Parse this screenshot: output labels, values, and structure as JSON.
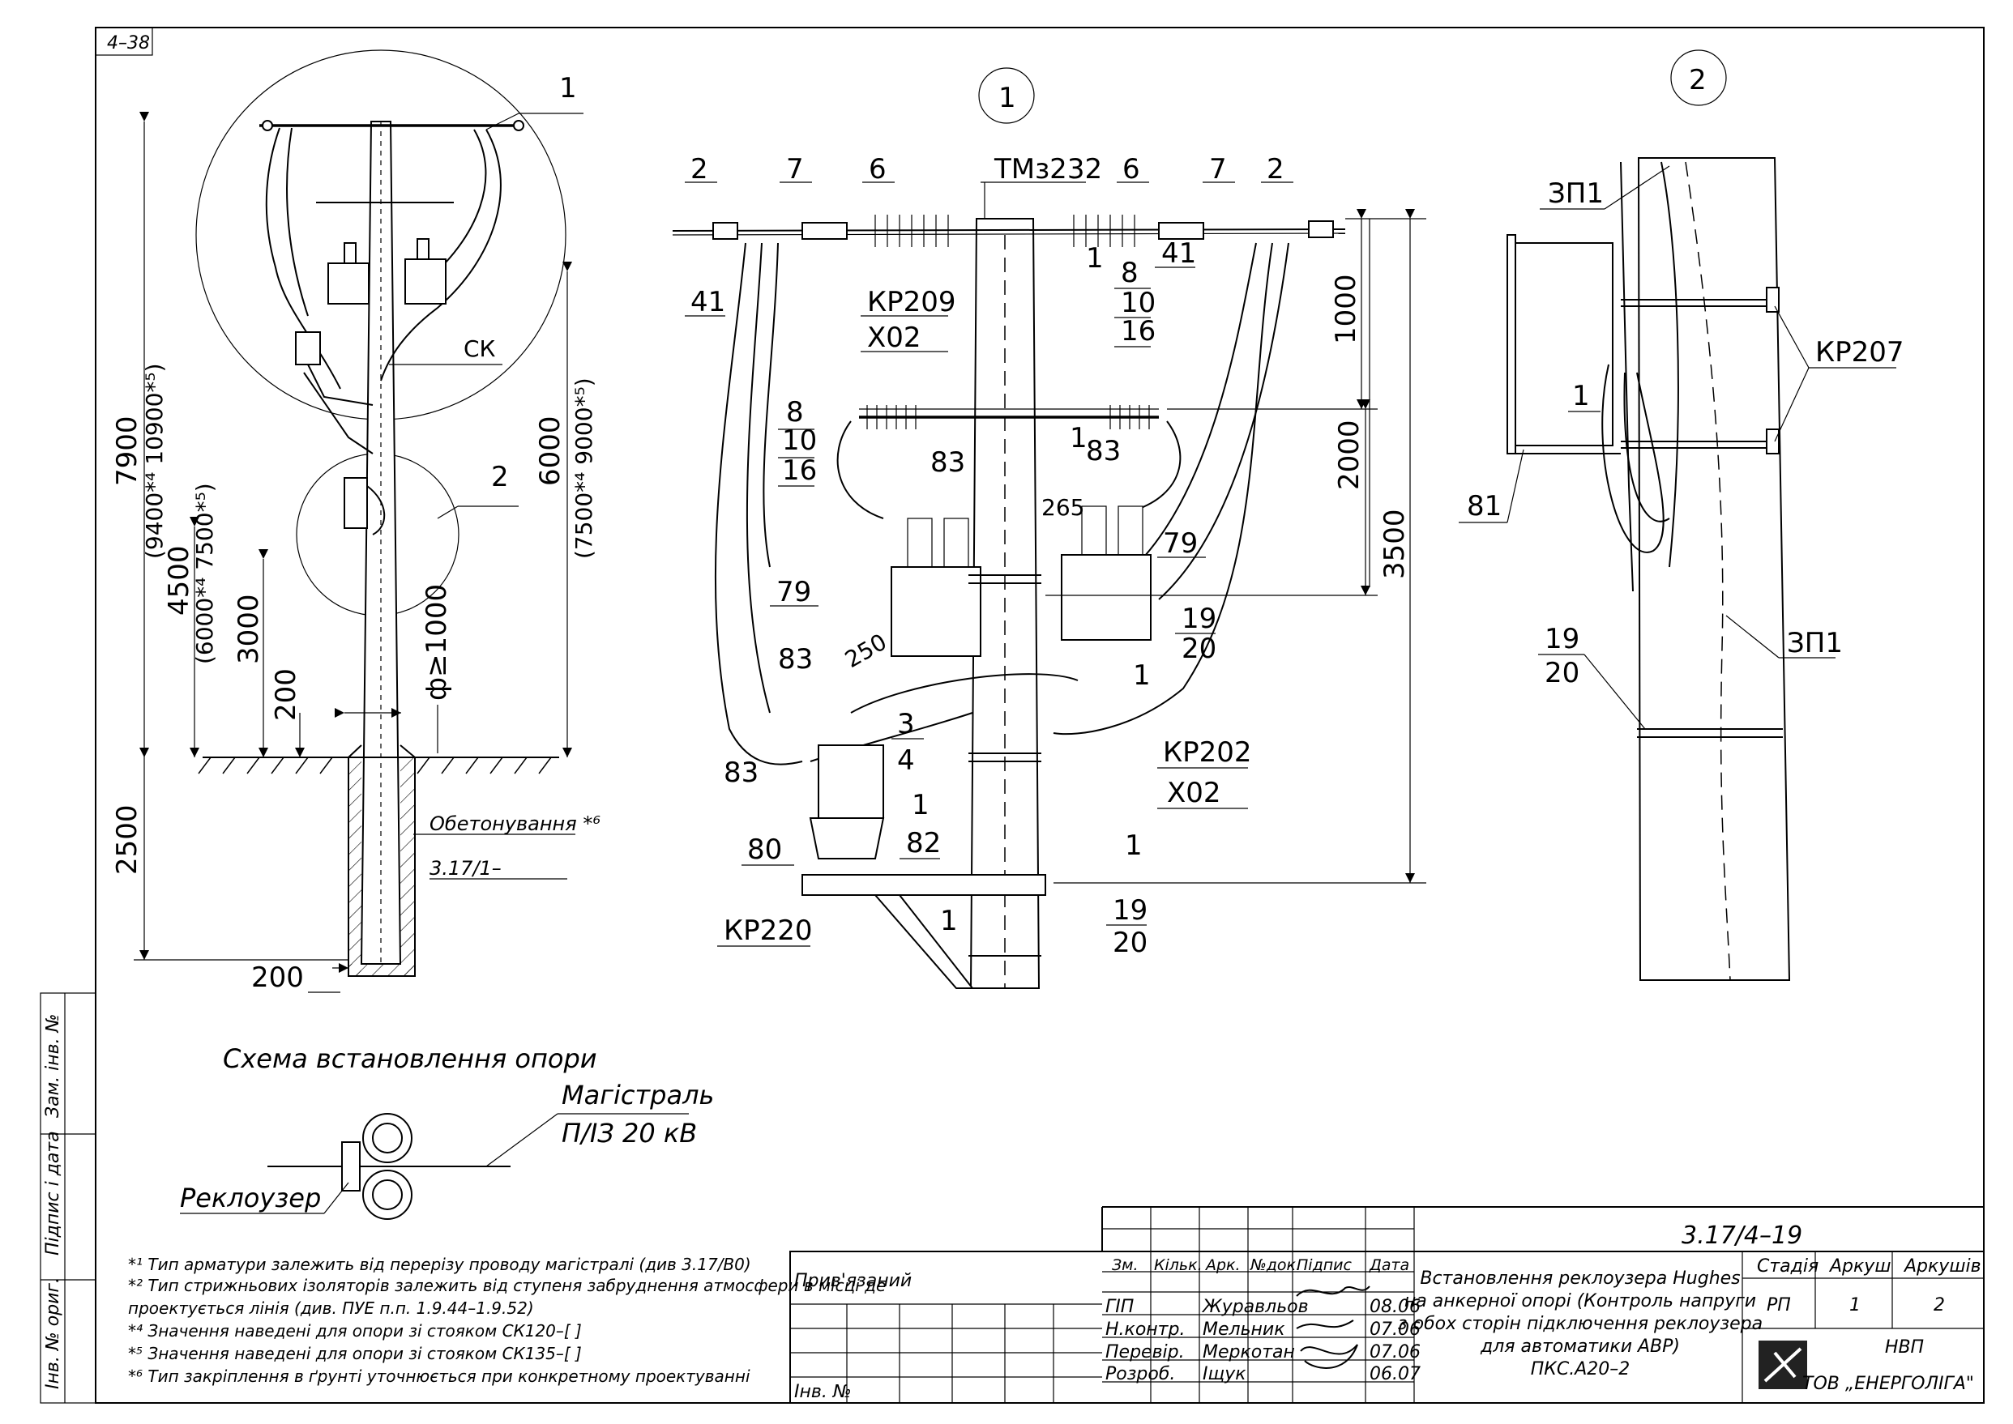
{
  "sheet_code": "4–38",
  "view_numbers": {
    "view1": "1",
    "view2": "2"
  },
  "left_view": {
    "callout_1": "1",
    "callout_2": "2",
    "ck": "СК",
    "dim_7900": "7900",
    "dim_9400": "(9400*⁴ 10900*⁵)",
    "dim_4500": "4500",
    "dim_6000b": "(6000*⁴ 7500*⁵)",
    "dim_3000": "3000",
    "dim_200v": "200",
    "dim_phi": "ф≥1000",
    "dim_6000": "6000",
    "dim_7500": "(7500*⁴ 9000*⁵)",
    "dim_2500": "2500",
    "dim_200h": "200",
    "concreting": "Обетонування *⁶",
    "concreting_ref": "3.17/1–"
  },
  "center_view": {
    "tm": "ТМз232",
    "l2a": "2",
    "l7a": "7",
    "l6a": "6",
    "l6b": "6",
    "l7b": "7",
    "l2b": "2",
    "l41a": "41",
    "l41b": "41",
    "kp209": "КР209",
    "x02a": "Х02",
    "l8a": "8",
    "l10a": "10",
    "l16a": "16",
    "l8b": "8",
    "l10b": "10",
    "l16b": "16",
    "l1a": "1",
    "l1b": "1",
    "l1c": "1",
    "l1d": "1",
    "l1e": "1",
    "l1f": "1",
    "l83a": "83",
    "l83b": "83",
    "l83c": "83",
    "l83d": "83",
    "l265": "265",
    "l79a": "79",
    "l79b": "79",
    "l19a": "19",
    "l20a": "20",
    "l19b": "19",
    "l20b": "20",
    "l250": "250",
    "l3": "3",
    "l4": "4",
    "kp202": "КР202",
    "x02b": "Х02",
    "l80": "80",
    "l82": "82",
    "kp220": "КР220",
    "dim_1000": "1000",
    "dim_2000": "2000",
    "dim_3500": "3500"
  },
  "right_view": {
    "zp1a": "ЗП1",
    "zp1b": "ЗП1",
    "kp207": "КР207",
    "l1": "1",
    "l81": "81",
    "l19": "19",
    "l20": "20"
  },
  "scheme": {
    "title": "Схема встановлення опори",
    "main_line": "Магістраль",
    "line_type": "П/ІЗ 20 кВ",
    "recloser": "Реклоузер"
  },
  "notes": [
    "*¹ Тип арматури залежить від перерізу проводу магістралі (див 3.17/В0)",
    "*² Тип стрижньових ізоляторів залежить від ступеня забруднення атмосфери в місці де",
    "проектується лінія (див. ПУЕ п.п. 1.9.44–1.9.52)",
    "*⁴ Значення наведені для опори зі стояком СК120–[  ]",
    "*⁵ Значення наведені для опори зі стояком СК135–[  ]",
    "*⁶ Тип закріплення в ґрунті уточнюється при конкретному проектуванні"
  ],
  "side_stamp": {
    "zam": "Зам. інв. №",
    "pidpys": "Підпис і дата",
    "inv": "Інв. № ориг."
  },
  "title_block": {
    "code": "3.17/4–19",
    "title_lines": [
      "Встановлення реклоузера Hughes",
      "на анкерної опорі (Контроль напруги",
      "з обох сторін підключення реклоузера",
      "для автоматики АВР)",
      "ПКС.А20–2"
    ],
    "pryviazanyi": "Прив'язаний",
    "inv_no": "Інв. №",
    "headers": [
      "Зм.",
      "Кільк.",
      "Арк.",
      "№док.",
      "Підпис",
      "Дата"
    ],
    "rows": [
      {
        "role": "ГІП",
        "name": "Журавльов",
        "date": "08.06"
      },
      {
        "role": "Н.контр.",
        "name": "Мельник",
        "date": "07.06"
      },
      {
        "role": "Перевір.",
        "name": "Меркотан",
        "date": "07.06"
      },
      {
        "role": "Розроб.",
        "name": "Іщук",
        "date": "06.07"
      }
    ],
    "stage_h": "Стадія",
    "sheet_h": "Аркуш",
    "sheets_h": "Аркушів",
    "stage": "РП",
    "sheet": "1",
    "sheets": "2",
    "org1": "НВП",
    "org2": "ТОВ „ЕНЕРГОЛІГА\""
  }
}
